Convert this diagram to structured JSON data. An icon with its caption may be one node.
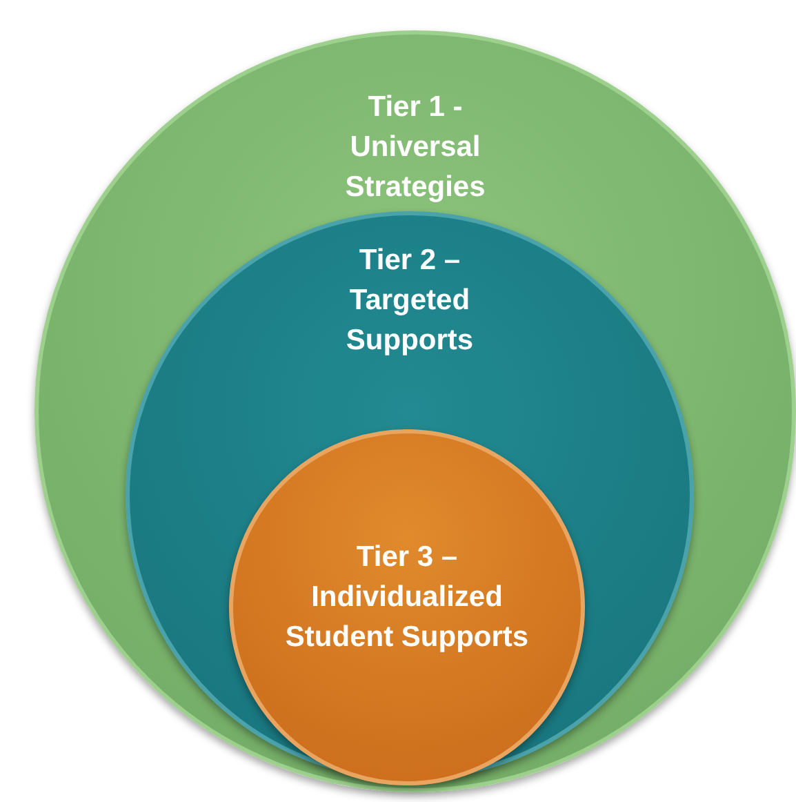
{
  "diagram": {
    "nodes": [
      {
        "text": [
          "Tier 1 - Universal Strategies"
        ]
      },
      {
        "text": [
          "Tier 2 – Targeted Supports"
        ],
        "in": 0
      },
      {
        "text": [
          "Tier 3 – Individualized Student Supports"
        ],
        "in": 1
      }
    ]
  }
}
